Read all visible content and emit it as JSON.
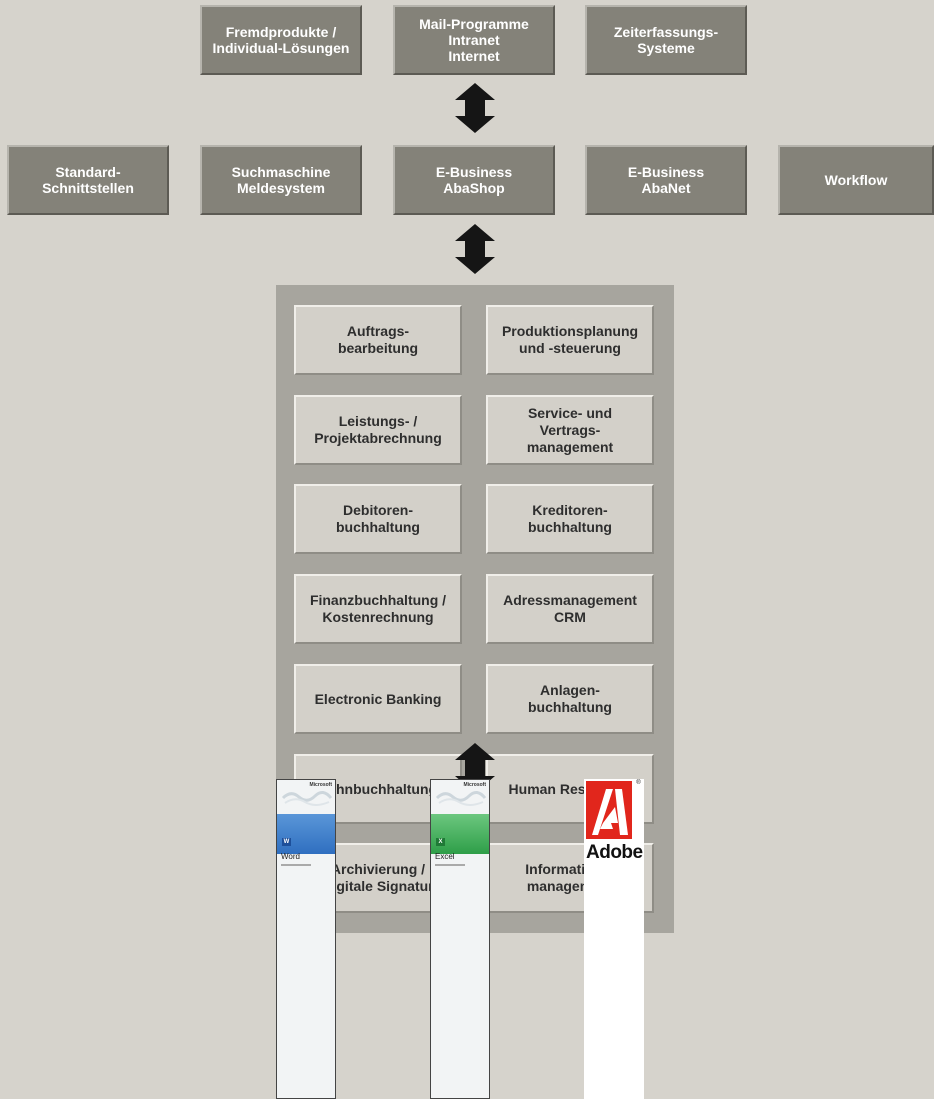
{
  "top_row": [
    "Fremdprodukte /\nIndividual-Lösungen",
    "Mail-Programme\nIntranet\nInternet",
    "Zeiterfassungs-\nSysteme"
  ],
  "middle_row": [
    "Standard-\nSchnittstellen",
    "Suchmaschine\nMeldesystem",
    "E-Business\nAbaShop",
    "E-Business\nAbaNet",
    "Workflow"
  ],
  "modules": [
    "Auftrags-\nbearbeitung",
    "Produktionsplanung\nund -steuerung",
    "Leistungs- /\nProjektabrechnung",
    "Service- und\nVertrags-\nmanagement",
    "Debitoren-\nbuchhaltung",
    "Kreditoren-\nbuchhaltung",
    "Finanzbuchhaltung /\nKostenrechnung",
    "Adressmanagement\nCRM",
    "Electronic Banking",
    "Anlagen-\nbuchhaltung",
    "Lohnbuchhaltung",
    "Human Resources",
    "Archivierung /\nDigitale Signatur",
    "Informations-\nmanagement"
  ],
  "products": {
    "word": {
      "brand": "Microsoft",
      "name": "Word",
      "icon": "W",
      "color": "#2f6fc0"
    },
    "excel": {
      "brand": "Microsoft",
      "name": "Excel",
      "icon": "X",
      "color": "#2e9e48"
    },
    "adobe": {
      "name": "Adobe",
      "mark": "®",
      "color": "#e1261c"
    }
  },
  "colors": {
    "background": "#d6d3cc",
    "outer_box": "#848279",
    "core_panel": "#a7a59e",
    "module_box": "#d3d0c9",
    "arrow": "#151515"
  }
}
